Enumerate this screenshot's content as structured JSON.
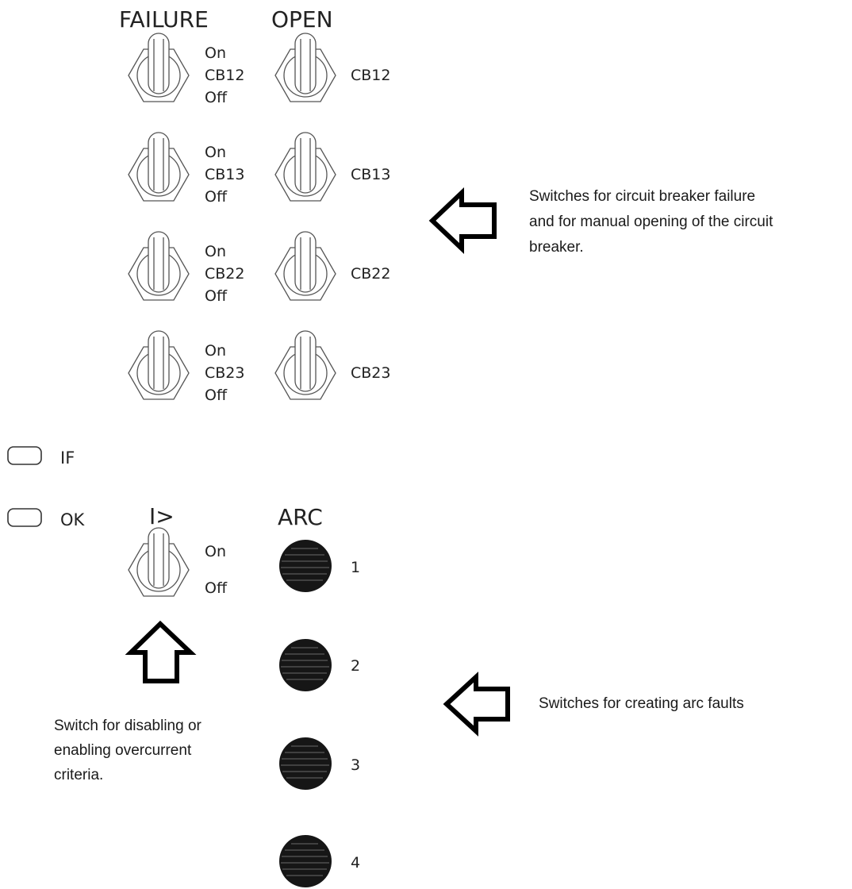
{
  "headers": {
    "failure": "FAILURE",
    "open": "OPEN",
    "overcurrent": "I>",
    "arc": "ARC"
  },
  "failure_switches": [
    {
      "on": "On",
      "name": "CB12",
      "off": "Off"
    },
    {
      "on": "On",
      "name": "CB13",
      "off": "Off"
    },
    {
      "on": "On",
      "name": "CB22",
      "off": "Off"
    },
    {
      "on": "On",
      "name": "CB23",
      "off": "Off"
    }
  ],
  "open_switches": [
    {
      "name": "CB12"
    },
    {
      "name": "CB13"
    },
    {
      "name": "CB22"
    },
    {
      "name": "CB23"
    }
  ],
  "indicators": [
    {
      "label": "IF"
    },
    {
      "label": "OK"
    }
  ],
  "overcurrent_switch": {
    "on": "On",
    "off": "Off"
  },
  "arc_buttons": [
    {
      "label": "1"
    },
    {
      "label": "2"
    },
    {
      "label": "3"
    },
    {
      "label": "4"
    }
  ],
  "annotations": {
    "breaker_lines": [
      "Switches for circuit breaker failure",
      "and for manual opening of the circuit",
      "breaker."
    ],
    "arc_lines": [
      "Switches for creating arc faults"
    ],
    "overcurrent_lines": [
      "Switch for disabling or",
      "enabling overcurrent",
      "criteria."
    ]
  }
}
